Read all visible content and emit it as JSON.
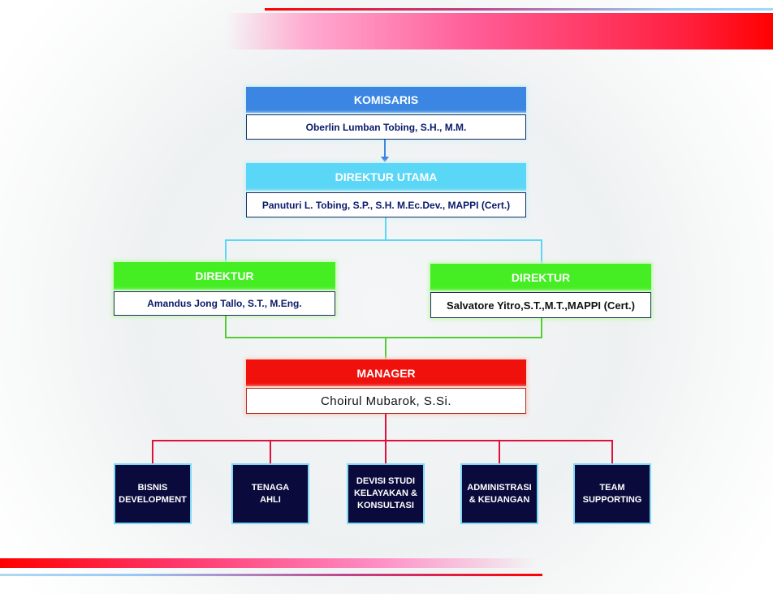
{
  "colors": {
    "komisaris": "#3a86e2",
    "direktur_utama": "#5ad6f6",
    "direktur": "#44ee22",
    "manager": "#f0100c",
    "dept": "#0a0a3c"
  },
  "komisaris": {
    "title": "KOMISARIS",
    "name": "Oberlin Lumban Tobing, S.H., M.M."
  },
  "direktur_utama": {
    "title": "DIREKTUR UTAMA",
    "name": "Panuturi L. Tobing, S.P., S.H. M.Ec.Dev., MAPPI (Cert.)"
  },
  "direktur_left": {
    "title": "DIREKTUR",
    "name": "Amandus Jong Tallo, S.T., M.Eng."
  },
  "direktur_right": {
    "title": "DIREKTUR",
    "name": "Salvatore Yitro,S.T.,M.T.,MAPPI (Cert.)"
  },
  "manager": {
    "title": "MANAGER",
    "name": "Choirul Mubarok, S.Si."
  },
  "departments": [
    {
      "label": "BISNIS\nDEVELOPMENT"
    },
    {
      "label": "TENAGA\nAHLI"
    },
    {
      "label": "DEVISI STUDI\nKELAYAKAN &\nKONSULTASI"
    },
    {
      "label": "ADMINISTRASI\n& KEUANGAN"
    },
    {
      "label": "TEAM\nSUPPORTING"
    }
  ]
}
